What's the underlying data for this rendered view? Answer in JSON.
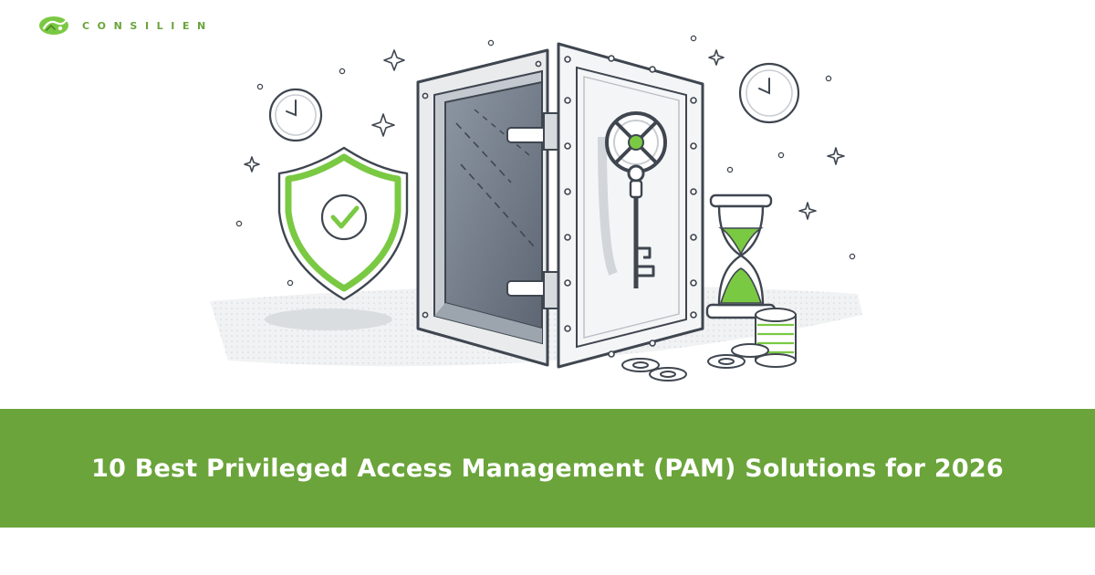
{
  "brand": {
    "name": "CONSILIEN",
    "logo_icon": "consilien-logo-icon",
    "color": "#6aa43a"
  },
  "illustration": {
    "subject": "security-vault-illustration",
    "icons": [
      "vault-icon",
      "key-icon",
      "shield-check-icon",
      "hourglass-icon",
      "clock-icon",
      "coin-stack-icon",
      "sparkle-icon"
    ],
    "accent_color": "#7ac943",
    "outline_color": "#3f4650"
  },
  "banner": {
    "title": "10 Best Privileged Access Management (PAM) Solutions for 2026",
    "background": "#6aa43a",
    "text_color": "#ffffff"
  }
}
